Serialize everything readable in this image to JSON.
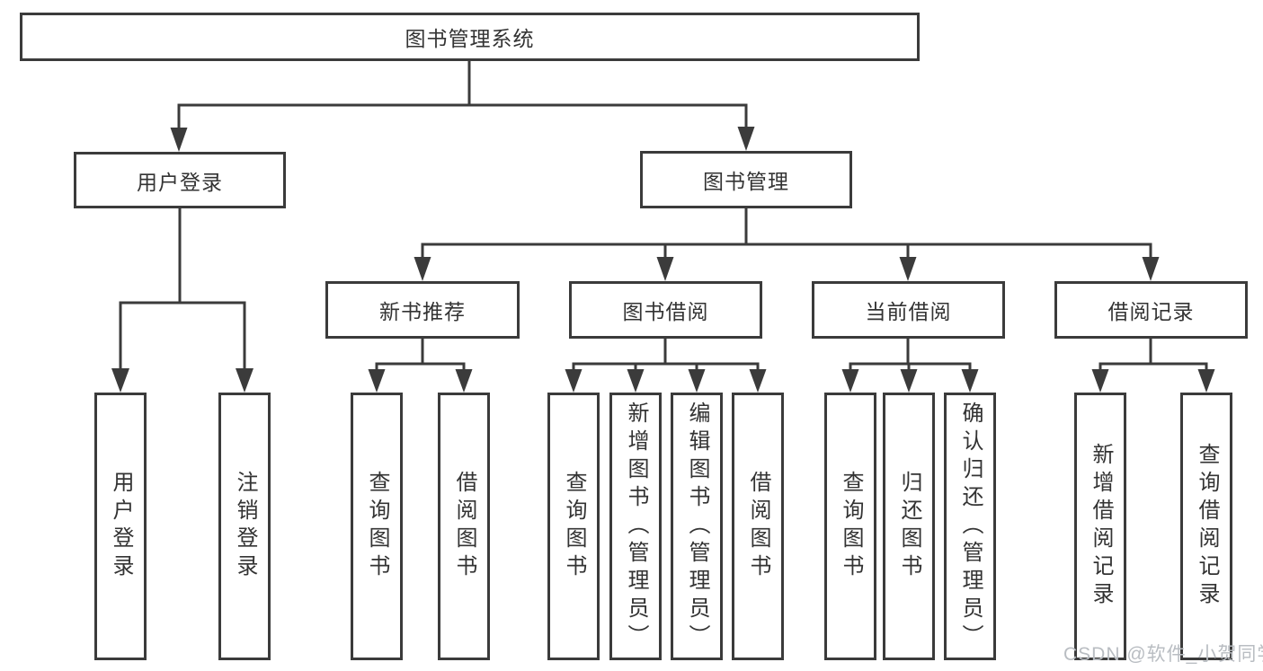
{
  "diagram_title": "图书管理系统",
  "nodes": {
    "root": {
      "label": "图书管理系统"
    },
    "l2": [
      {
        "label": "用户登录"
      },
      {
        "label": "图书管理"
      }
    ],
    "l3": [
      {
        "label": "新书推荐"
      },
      {
        "label": "图书借阅"
      },
      {
        "label": "当前借阅"
      },
      {
        "label": "借阅记录"
      }
    ],
    "leaves": {
      "user": [
        {
          "label": "用户登录"
        },
        {
          "label": "注销登录"
        }
      ],
      "newbook": [
        {
          "label": "查询图书"
        },
        {
          "label": "借阅图书"
        }
      ],
      "borrow": [
        {
          "label": "查询图书"
        },
        {
          "label": "新增图书（管理员）"
        },
        {
          "label": "编辑图书（管理员）"
        },
        {
          "label": "借阅图书"
        }
      ],
      "current": [
        {
          "label": "查询图书"
        },
        {
          "label": "归还图书"
        },
        {
          "label": "确认归还（管理员）"
        }
      ],
      "record": [
        {
          "label": "新增借阅记录"
        },
        {
          "label": "查询借阅记录"
        }
      ]
    }
  },
  "watermark": {
    "text": "CSDN @软件_小贺同学"
  },
  "colors": {
    "line": "#3b3b3b",
    "text": "#333333",
    "background": "#ffffff",
    "watermark": "#b9bdc2"
  }
}
